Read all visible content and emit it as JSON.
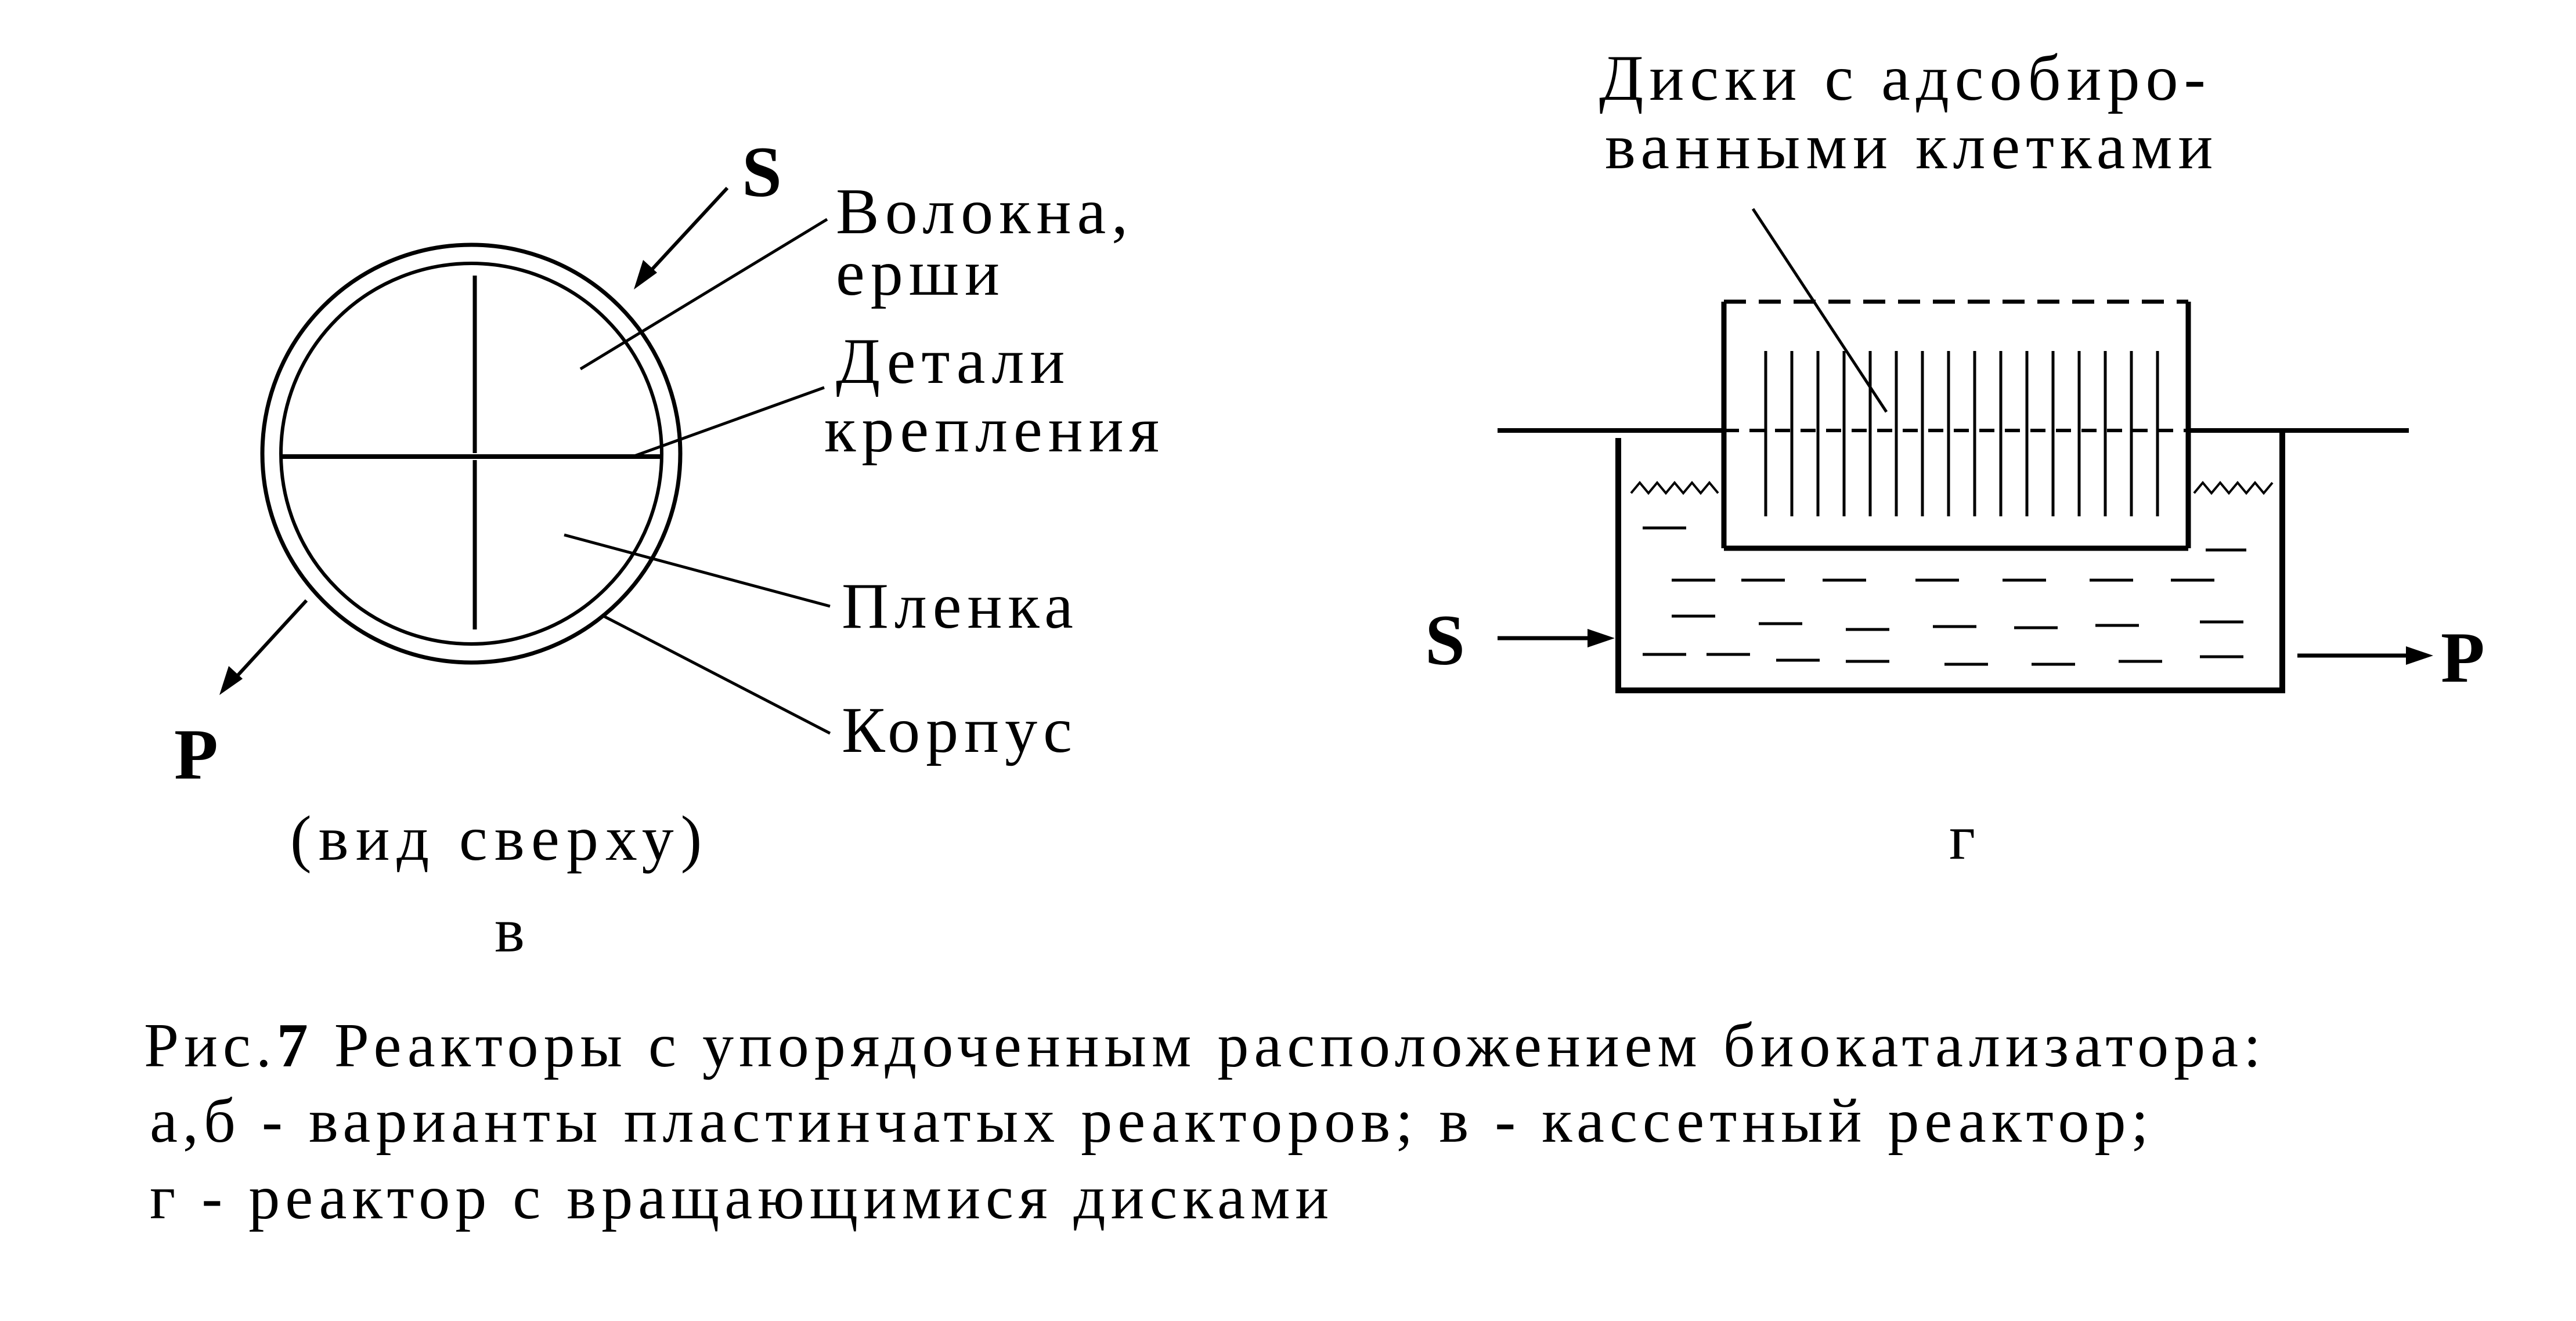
{
  "diagram_v": {
    "arrow_in": "S",
    "arrow_out": "P",
    "label_fibers_1": "Волокна,",
    "label_fibers_2": "ерши",
    "label_mount_1": "Детали",
    "label_mount_2": "крепления",
    "label_film": "Пленка",
    "label_housing": "Корпус",
    "view_note": "(вид сверху)",
    "panel_letter": "в"
  },
  "diagram_g": {
    "label_discs_1": "Диски с адсобиро-",
    "label_discs_2": "ванными клетками",
    "arrow_in": "S",
    "arrow_out": "P",
    "panel_letter": "г"
  },
  "caption": {
    "line1_prefix": "Рис.",
    "line1_number": "7",
    "line1_rest": " Реакторы с упорядоченным расположением биокатализатора:",
    "line2": "а,б -  варианты пластинчатых реакторов; в - кассетный реактор;",
    "line3": "г -  реактор с вращающимися дисками"
  }
}
